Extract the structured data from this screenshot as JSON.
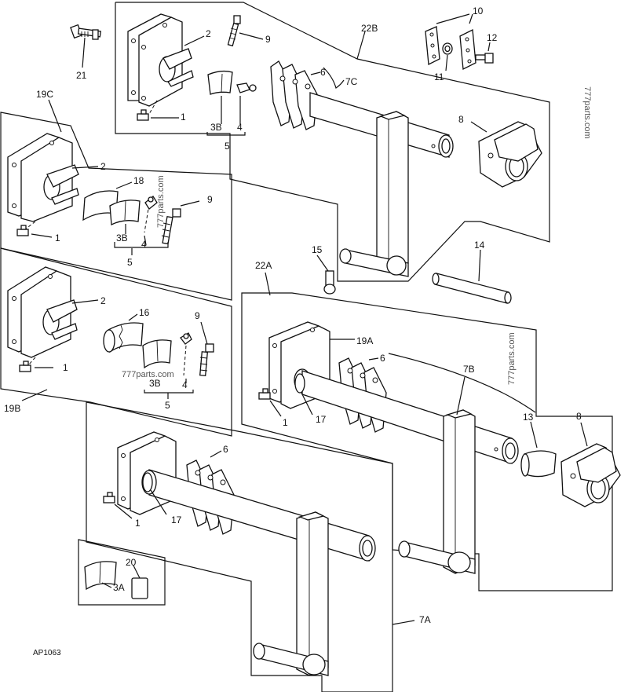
{
  "drawing_code": "AP1063",
  "watermarks": [
    "777parts.com",
    "777parts.com",
    "777parts.com",
    "777parts.com"
  ],
  "callouts": {
    "c1_top": "1",
    "c2_top": "2",
    "c3b_top": "3B",
    "c4_top": "4",
    "c5_top": "5",
    "c6_top": "6",
    "c7c": "7C",
    "c8_top": "8",
    "c9_top": "9",
    "c10": "10",
    "c11": "11",
    "c12": "12",
    "c21": "21",
    "c22b": "22B",
    "c19c": "19C",
    "c2_19c": "2",
    "c18": "18",
    "c9_19c": "9",
    "c1_19c": "1",
    "c3b_19c": "3B",
    "c4_19c": "4",
    "c5_19c": "5",
    "c15": "15",
    "c14": "14",
    "c22a": "22A",
    "c2_19b": "2",
    "c16": "16",
    "c9_19b": "9",
    "c1_19b": "1",
    "c3b_19b": "3B",
    "c4_19b": "4",
    "c5_19b": "5",
    "c19b": "19B",
    "c19a": "19A",
    "c6_22a": "6",
    "c7b": "7B",
    "c1_22a": "1",
    "c17_22a": "17",
    "c13": "13",
    "c8_22a": "8",
    "c6_7a": "6",
    "c1_7a": "1",
    "c17_7a": "17",
    "c20": "20",
    "c3a": "3A",
    "c7a": "7A"
  }
}
